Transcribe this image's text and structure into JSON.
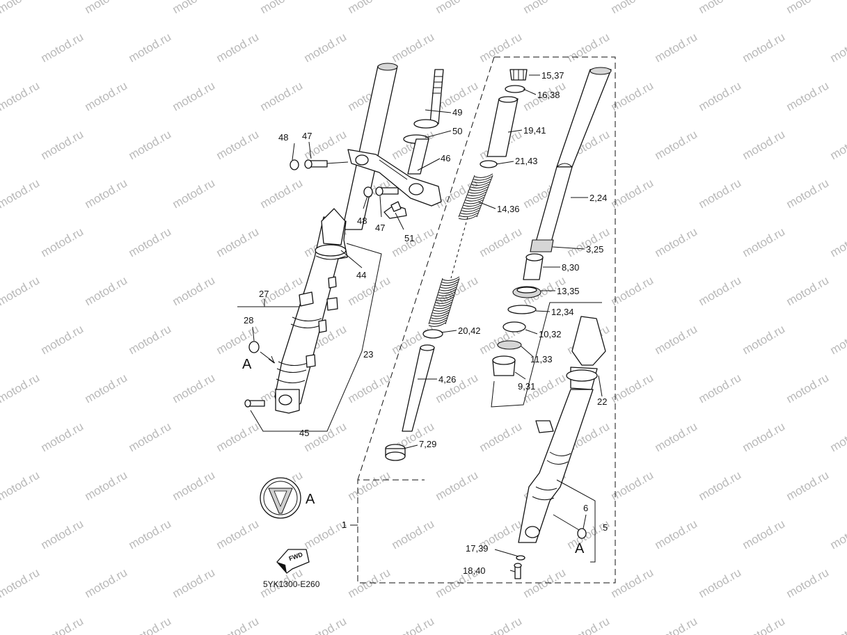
{
  "watermark": "motod.ru",
  "diagram_code": "5YK1300-E260",
  "badge_letter": "A",
  "fwd_text": "FWD",
  "callouts": {
    "c1": "1",
    "c2_24": "2,24",
    "c3_25": "3,25",
    "c4_26": "4,26",
    "c5": "5",
    "c6": "6",
    "c7_29": "7,29",
    "c8_30": "8,30",
    "c9_31": "9,31",
    "c10_32": "10,32",
    "c11_33": "11,33",
    "c12_34": "12,34",
    "c13_35": "13,35",
    "c14_36": "14,36",
    "c15_37": "15,37",
    "c16_38": "16,38",
    "c17_39": "17,39",
    "c18_40": "18,40",
    "c19_41": "19,41",
    "c20_42": "20,42",
    "c21_43": "21,43",
    "c22": "22",
    "c23": "23",
    "c27": "27",
    "c28": "28",
    "c44": "44",
    "c45": "45",
    "c46": "46",
    "c47a": "47",
    "c47b": "47",
    "c48a": "48",
    "c48b": "48",
    "c49": "49",
    "c50": "50",
    "c51": "51",
    "mark_a_left": "A",
    "mark_a_right": "A"
  }
}
